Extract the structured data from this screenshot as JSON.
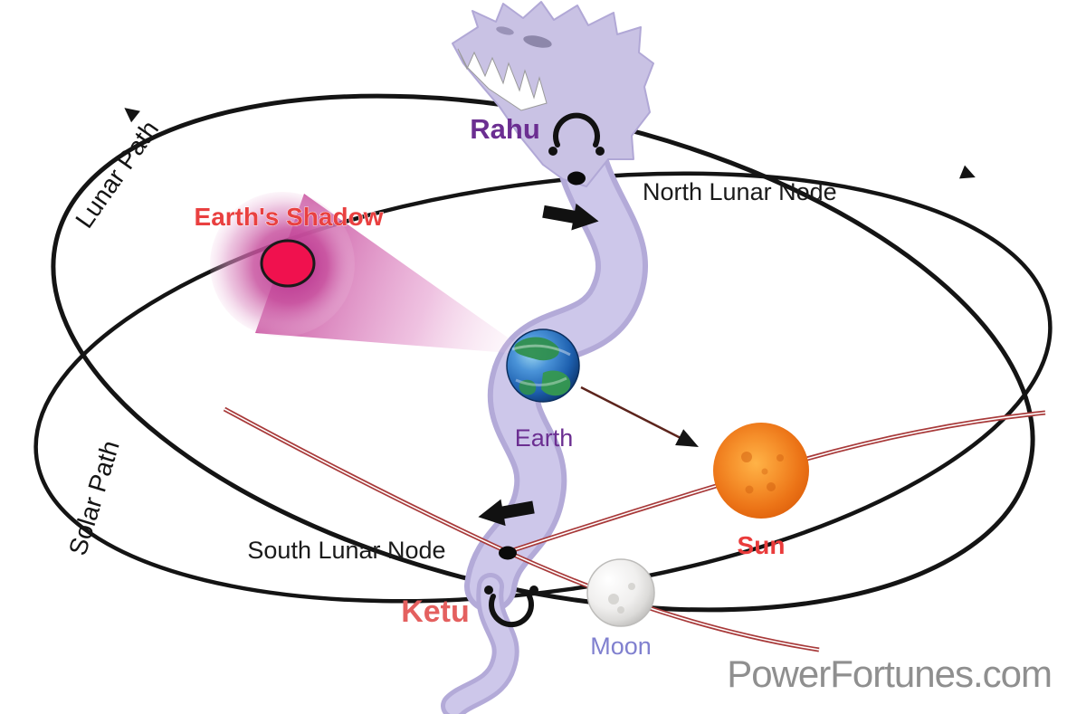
{
  "watermark": {
    "text": "PowerFortunes.com",
    "color": "#8f8f8f"
  },
  "paths": {
    "lunar": {
      "label": "Lunar Path",
      "color": "#141414"
    },
    "solar": {
      "label": "Solar Path",
      "color": "#141414",
      "highlight_color": "#a83a3a"
    }
  },
  "nodes": {
    "north": {
      "label": "North Lunar Node",
      "deity": "Rahu",
      "deity_color": "#6b2e91",
      "symbol": "ascending-node"
    },
    "south": {
      "label": "South Lunar Node",
      "deity": "Ketu",
      "deity_color": "#e4605f",
      "symbol": "descending-node"
    }
  },
  "bodies": {
    "earth": {
      "label": "Earth",
      "label_color": "#6b2e91"
    },
    "sun": {
      "label": "Sun",
      "label_color": "#ea3b3b",
      "fill": "#ee7d1d"
    },
    "moon": {
      "label": "Moon",
      "label_color": "#8080cf"
    },
    "earth_shadow": {
      "label": "Earth's Shadow",
      "label_color": "#e94040",
      "core_color": "#f0114e"
    }
  },
  "dragon": {
    "body_color": "#c9c2e4"
  }
}
